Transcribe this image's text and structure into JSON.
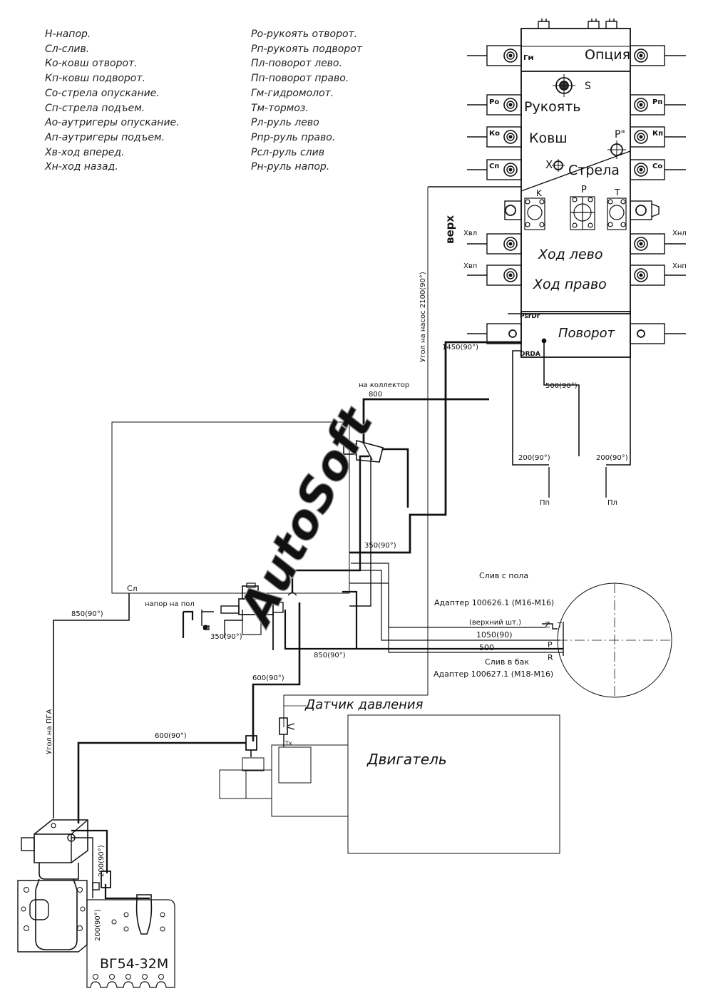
{
  "legend_left": [
    "Н-напор.",
    "Сл-слив.",
    "Ко-ковш отворот.",
    "Кп-ковш подворот.",
    "Со-стрела опускание.",
    "Сп-стрела подъем.",
    "Ао-аутригеры опускание.",
    "Ап-аутригеры подъем.",
    "Хв-ход вперед.",
    "Хн-ход назад."
  ],
  "legend_right": [
    "Ро-рукоять отворот.",
    "Рп-рукоять подворот",
    "Пл-поворот лево.",
    "Пп-поворот право.",
    "Гм-гидромолот.",
    "Тм-тормоз.",
    "Рл-руль лево",
    "Рпр-руль право.",
    "Рсл-руль слив",
    "Рн-руль напор."
  ],
  "valve_block": {
    "sections": {
      "option": "Опция",
      "handle": "Рукоять",
      "bucket": "Ковш",
      "boom": "Стрела",
      "travel_left": "Ход лево",
      "travel_right": "Ход право",
      "swing": "Поворот"
    },
    "port_labels": {
      "gm": "Гм",
      "ro": "Ро",
      "rp": "Рп",
      "ko": "Ко",
      "kp": "Кп",
      "sp": "Сп",
      "so": "Со",
      "xvl": "Хвл",
      "xvp": "Хвп",
      "xnl": "Хнл",
      "xnp": "Хнп"
    },
    "small_labels": {
      "s": "S",
      "p_double": "P\"",
      "x": "X",
      "k": "K",
      "p": "P",
      "t": "T",
      "psr": "PsrDr",
      "drda": "DRDA",
      "top": "верх"
    }
  },
  "lines": {
    "pump_angle": "Угол на насос 2100(90°)",
    "l1450": "1450(90°)",
    "to_collector": "на коллектор",
    "l800": "800",
    "l500_90": "500(90°)",
    "l200a": "200(90°)",
    "l200b": "200(90°)",
    "pp": "Пп",
    "pl": "Пл",
    "l350a": "350(90°)",
    "sl": "Сл",
    "l850a": "850(90°)",
    "floor_pressure": "напор на пол",
    "l350b": "350(90°)",
    "l850b": "850(90°)",
    "l600a": "600(90°)",
    "l600b": "600(90°)",
    "pga_angle": "Угол на ПГА",
    "l200c": "200(90°)",
    "l200d": "200(90°)"
  },
  "tank": {
    "drain_floor": "Слив с пола",
    "adapter_top": "Адаптер 100626.1 (М16-М16)",
    "upper": "(верхний шт.)",
    "l1050": "1050(90)",
    "l500": "500",
    "drain_tank": "Слив в бак",
    "adapter_bottom": "Адаптер 100627.1 (М18-М16)",
    "port_z": "Z",
    "port_p": "P",
    "port_r": "R",
    "port_t": "T"
  },
  "engine": {
    "sensor": "Датчик давления",
    "label": "Двигатель",
    "tx": "Tx"
  },
  "pump_model": "ВГ54-32М",
  "watermark": "AutoSoft"
}
